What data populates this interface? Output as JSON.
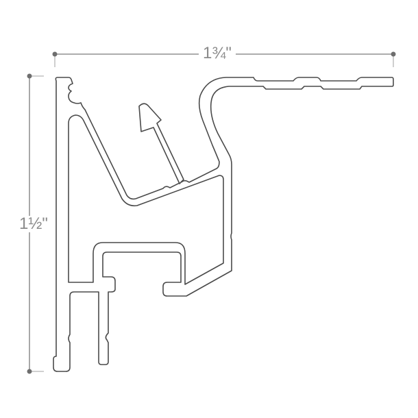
{
  "diagram": {
    "subject": "extrusion-profile-cross-section",
    "dimensions": {
      "width": {
        "label": "1¾\"",
        "value_inches": 1.75
      },
      "height": {
        "label": "1½\"",
        "value_inches": 1.5
      }
    },
    "colors": {
      "background": "#ffffff",
      "profile_stroke": "#4a4a4a",
      "dimension_line": "#7a7a7a",
      "dimension_text": "#8a8a8a",
      "extension_line": "#b5b5b5"
    }
  }
}
